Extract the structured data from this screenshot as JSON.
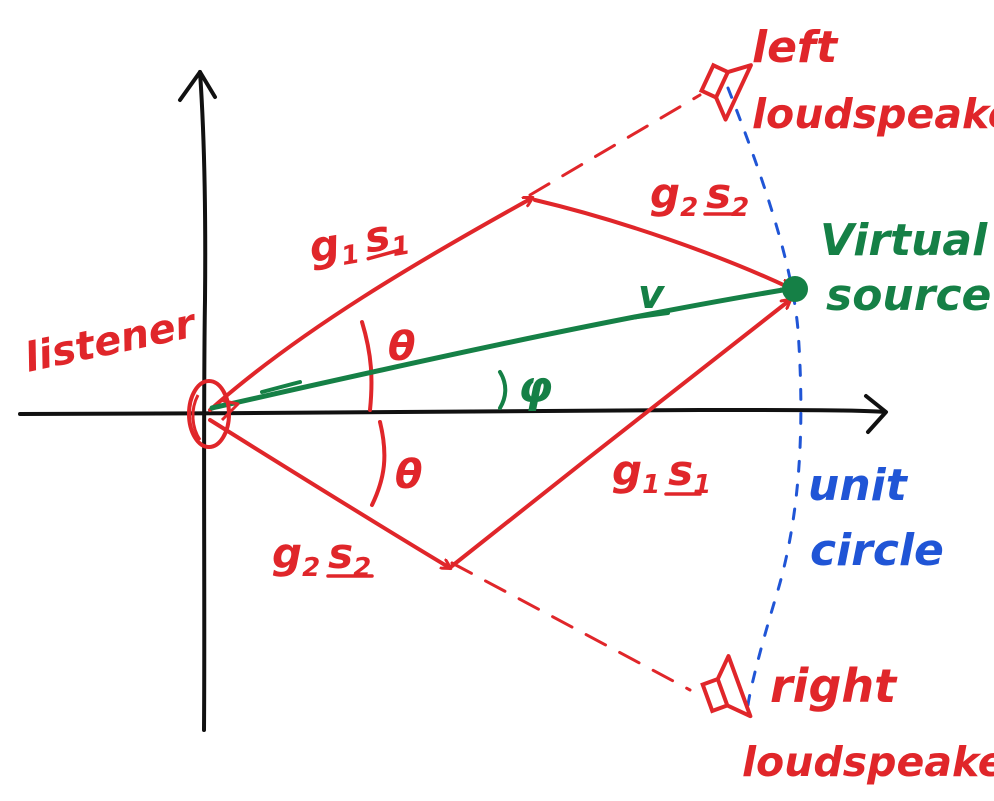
{
  "colors": {
    "axes": "#111111",
    "construction": "#e0262a",
    "virtual_source": "#158046",
    "unit_circle": "#2055d6",
    "background": "#ffffff"
  },
  "labels": {
    "listener": "listener",
    "left_speaker_line1": "left",
    "left_speaker_line2": "loudspeaker",
    "right_speaker_line1": "right",
    "right_speaker_line2": "loudspeaker",
    "virtual_line1": "Virtual",
    "virtual_line2": "source",
    "unit_line1": "unit",
    "unit_line2": "circle",
    "vector_v": "v",
    "phi": "φ",
    "theta_upper": "θ",
    "theta_lower": "θ",
    "g1s1_upper": {
      "g": "g",
      "gsub": "1",
      "s": "s",
      "ssub": "1"
    },
    "g2s2_upper": {
      "g": "g",
      "gsub": "2",
      "s": "s",
      "ssub": "2"
    },
    "g1s1_lower": {
      "g": "g",
      "gsub": "1",
      "s": "s",
      "ssub": "1"
    },
    "g2s2_lower": {
      "g": "g",
      "gsub": "2",
      "s": "s",
      "ssub": "2"
    }
  },
  "icons": {
    "left_speaker": "loudspeaker-icon",
    "right_speaker": "loudspeaker-icon",
    "listener": "listener-head-icon",
    "virtual_source": "filled-dot-icon"
  }
}
